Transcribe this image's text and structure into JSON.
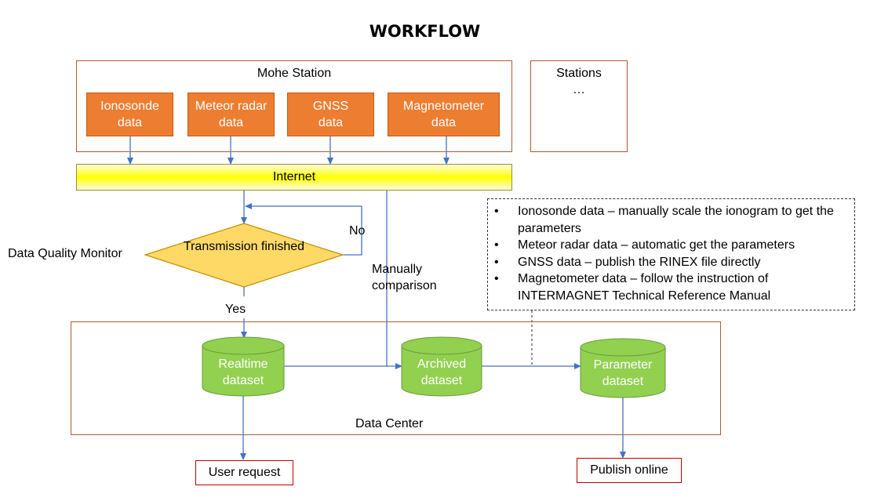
{
  "title": "WORKFLOW",
  "station": {
    "label": "Mohe Station",
    "sources": [
      {
        "label": "Ionosonde data"
      },
      {
        "label": "Meteor radar data"
      },
      {
        "label": "GNSS data"
      },
      {
        "label": "Magnetometer data"
      }
    ]
  },
  "other_stations": {
    "label": "Stations",
    "ellipsis": "…"
  },
  "internet": {
    "label": "Internet"
  },
  "quality": {
    "label": "Data Quality Monitor",
    "decision": "Transmission finished",
    "no": "No",
    "yes": "Yes"
  },
  "manual": {
    "label": "Manually comparison"
  },
  "notes": {
    "bullet": "•",
    "items": [
      "Ionosonde data – manually scale the ionogram to get the parameters",
      "Meteor radar data – automatic get the parameters",
      "GNSS data – publish the RINEX file directly",
      "Magnetometer data – follow the instruction of INTERMAGNET Technical Reference Manual"
    ]
  },
  "datacenter": {
    "label": "Data Center",
    "datasets": [
      {
        "label": "Realtime dataset"
      },
      {
        "label": "Archived dataset"
      },
      {
        "label": "Parameter dataset"
      }
    ]
  },
  "outputs": {
    "user_request": "User request",
    "publish_online": "Publish online"
  },
  "colors": {
    "orange": "#ed7d31",
    "green": "#92d050",
    "yellow": "#ffff00",
    "diamond": "#ffd966",
    "arrow": "#4472c4",
    "frame": "#b05a30"
  }
}
